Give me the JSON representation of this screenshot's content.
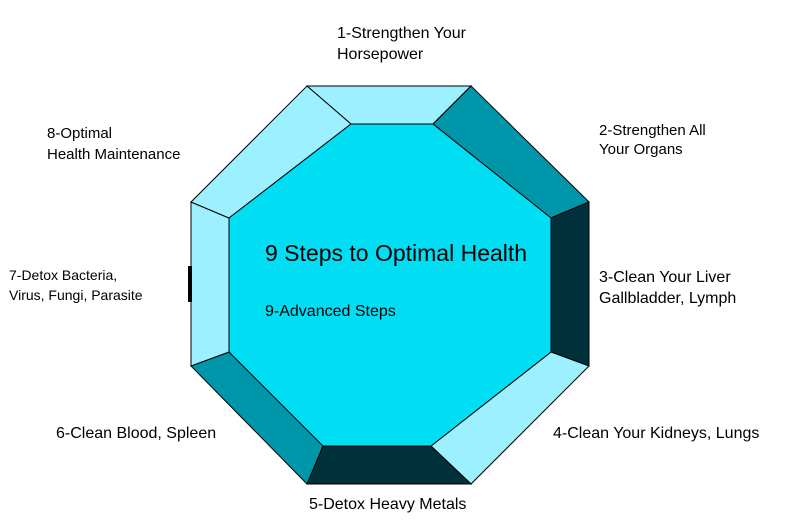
{
  "diagram": {
    "title": "9 Steps to Optimal Health",
    "center_label": "9-Advanced Steps",
    "steps": [
      {
        "line1": "1-Strengthen Your",
        "line2": "Horsepower",
        "color": "#9cf0ff"
      },
      {
        "line1": "2-Strengthen All",
        "line2": "Your Organs",
        "color": "#0096aa"
      },
      {
        "line1": "3-Clean Your Liver",
        "line2": "Gallbladder, Lymph",
        "color": "#00313a"
      },
      {
        "line1": "4-Clean Your Kidneys, Lungs",
        "line2": "",
        "color": "#9cf0ff"
      },
      {
        "line1": "5-Detox Heavy Metals",
        "line2": "",
        "color": "#00313a"
      },
      {
        "line1": "6-Clean Blood, Spleen",
        "line2": "",
        "color": "#0096aa"
      },
      {
        "line1": "7-Detox Bacteria,",
        "line2": "Virus, Fungi, Parasite",
        "color": "#9cf0ff"
      },
      {
        "line1": "8-Optimal",
        "line2": "Health Maintenance",
        "color": "#9cf0ff"
      }
    ],
    "center_color": "#00def4"
  }
}
